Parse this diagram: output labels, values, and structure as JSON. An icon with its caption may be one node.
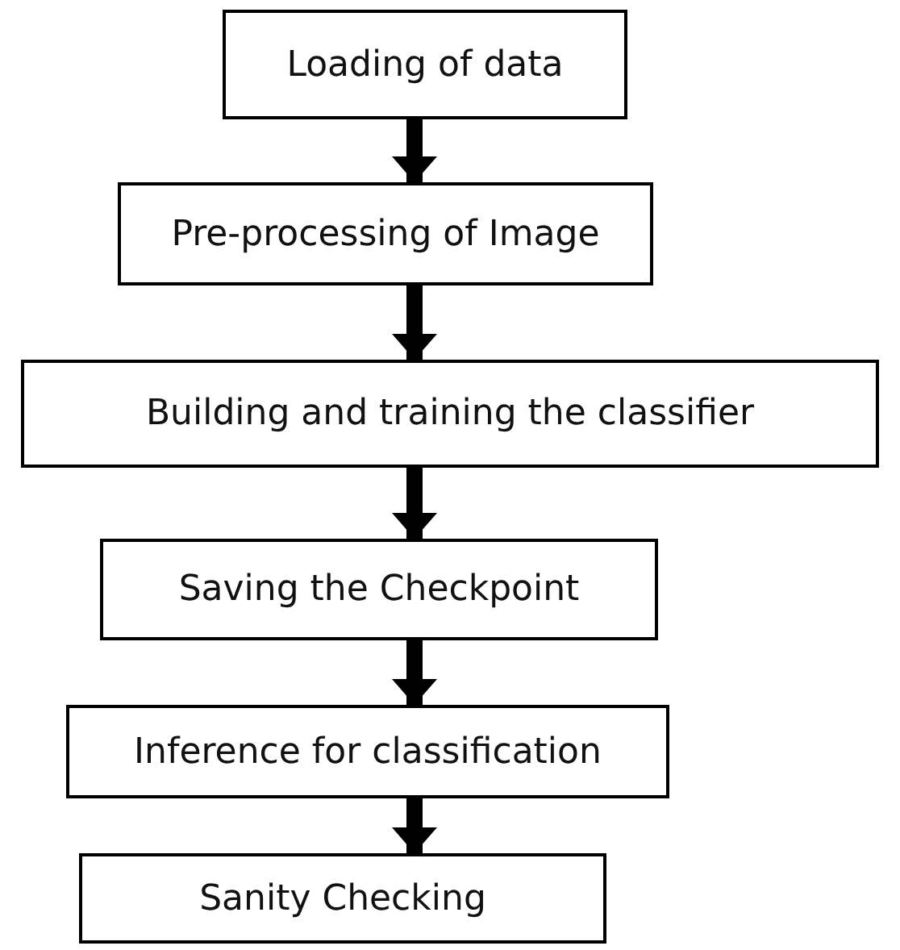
{
  "diagram": {
    "nodes": [
      {
        "text": [
          "Loading of data"
        ]
      },
      {
        "text": [
          "Pre-processing of Image"
        ]
      },
      {
        "text": [
          "Building and training the classifier"
        ]
      },
      {
        "text": [
          "Saving the Checkpoint"
        ]
      },
      {
        "text": [
          "Inference for classification"
        ]
      },
      {
        "text": [
          "Sanity Checking"
        ]
      }
    ],
    "edges": [
      {
        "from": 0,
        "to": 1,
        "arrow": "to"
      },
      {
        "from": 1,
        "to": 2,
        "arrow": "to"
      },
      {
        "from": 2,
        "to": 3,
        "arrow": "to"
      },
      {
        "from": 3,
        "to": 4,
        "arrow": "to"
      },
      {
        "from": 4,
        "to": 5,
        "arrow": "to"
      }
    ]
  }
}
